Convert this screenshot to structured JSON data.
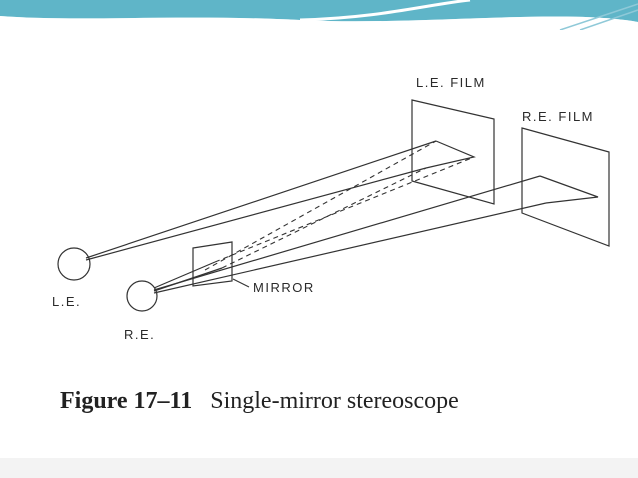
{
  "labels": {
    "left_eye": "L.E.",
    "right_eye": "R.E.",
    "mirror": "MIRROR",
    "left_film": "L.E. FILM",
    "right_film": "R.E. FILM"
  },
  "caption": {
    "figure_number": "Figure 17–11",
    "title": "Single-mirror stereoscope"
  },
  "colors": {
    "header_teal": "#5fb5c8",
    "header_light": "#bfe3ec",
    "line": "#333333"
  }
}
